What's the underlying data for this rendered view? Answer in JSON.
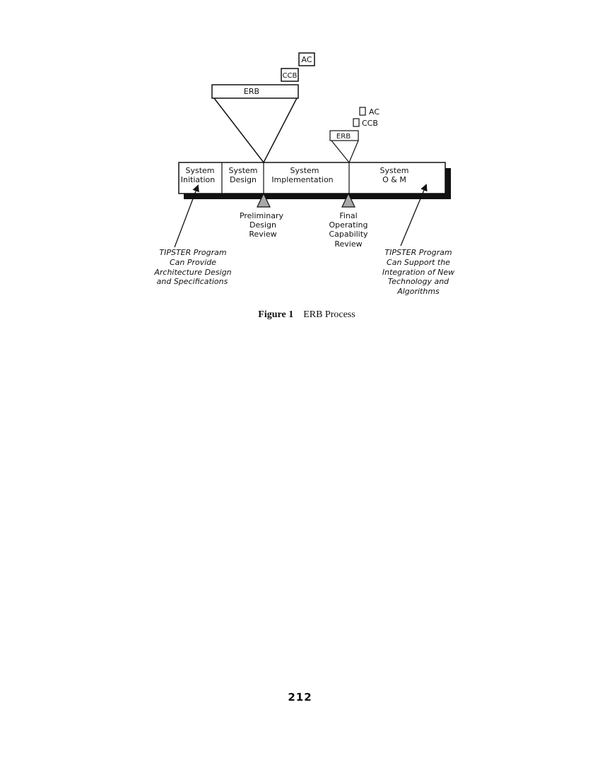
{
  "diagram": {
    "boards_large": {
      "erb": "ERB",
      "ccb": "CCB",
      "ac": "AC"
    },
    "boards_small": {
      "erb": "ERB",
      "ccb": "CCB",
      "ac": "AC"
    },
    "phases": [
      {
        "line1": "System",
        "line2": "Initiation"
      },
      {
        "line1": "System",
        "line2": "Design"
      },
      {
        "line1": "System",
        "line2": "Implementation"
      },
      {
        "line1": "System",
        "line2": "O & M"
      }
    ],
    "reviews": {
      "pdr": [
        "Preliminary",
        "Design",
        "Review"
      ],
      "focr": [
        "Final",
        "Operating",
        "Capability",
        "Review"
      ]
    },
    "callouts": {
      "left": [
        "TIPSTER Program",
        "Can Provide",
        "Architecture Design",
        "and Specifications"
      ],
      "right": [
        "TIPSTER Program",
        "Can Support the",
        "Integration of New",
        "Technology and",
        "Algorithms"
      ]
    },
    "caption": {
      "label": "Figure 1",
      "title": "ERB Process"
    }
  },
  "page_number": "212",
  "colors": {
    "ink": "#111111",
    "review_marker": "#a8a8a8"
  }
}
